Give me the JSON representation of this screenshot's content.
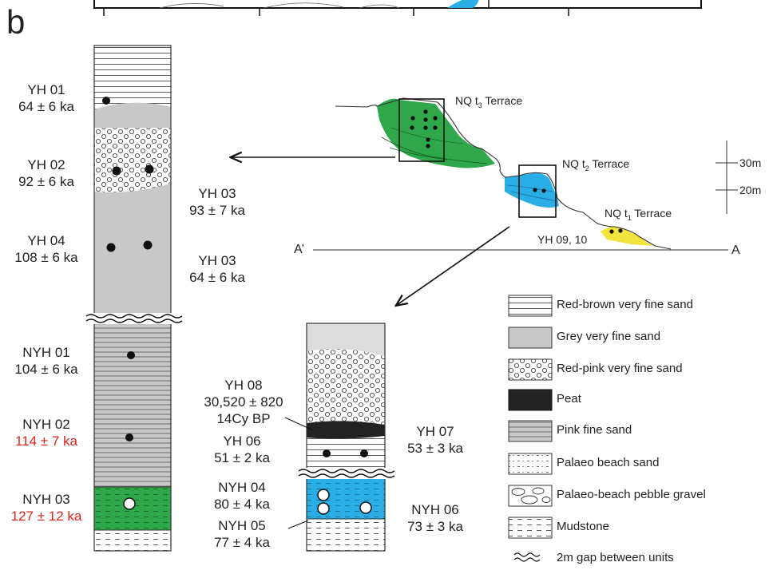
{
  "panel_label": "b",
  "colors": {
    "red_brown_fill": "#ffffff",
    "grey_fill": "#c8c8c8",
    "pink_fill": "#c8c8c8",
    "green_fill": "#2ea84a",
    "blue_fill": "#29aee6",
    "yellow_fill": "#f2e43c",
    "peat_fill": "#222222",
    "highlight_red": "#d9261c"
  },
  "left_column": {
    "samples": [
      {
        "id": "YH 01",
        "age": "64 ± 6 ka"
      },
      {
        "id": "YH 02",
        "age": "92 ± 6 ka"
      },
      {
        "id": "YH 03",
        "age": "93 ± 7 ka"
      },
      {
        "id": "YH 04",
        "age": "108 ± 6 ka"
      },
      {
        "id": "YH 03",
        "age": "64 ± 6 ka"
      },
      {
        "id": "NYH 01",
        "age": "104 ± 6 ka"
      },
      {
        "id": "NYH 02",
        "age": "114 ± 7 ka"
      },
      {
        "id": "NYH 03",
        "age": "127 ± 12 ka"
      }
    ]
  },
  "right_column": {
    "samples": [
      {
        "id": "YH 08",
        "age": "30,520 ± 820",
        "extra": "14Cy BP"
      },
      {
        "id": "YH 07",
        "age": "53 ± 3 ka"
      },
      {
        "id": "YH 06",
        "age": "51 ± 2 ka"
      },
      {
        "id": "NYH 04",
        "age": "80 ± 4 ka"
      },
      {
        "id": "NYH 06",
        "age": "73 ± 3 ka"
      },
      {
        "id": "NYH 05",
        "age": "77 ± 4 ka"
      }
    ]
  },
  "profile": {
    "t3": {
      "prefix": "NQ t",
      "sub": "3",
      "suffix": " Terrace"
    },
    "t2": {
      "prefix": "NQ t",
      "sub": "2",
      "suffix": " Terrace"
    },
    "t1": {
      "prefix": "NQ t",
      "sub": "1",
      "suffix": " Terrace"
    },
    "t1_samples": "YH 09, 10",
    "scale_top": "30m",
    "scale_bottom": "20m",
    "section_left": "A’",
    "section_right": "A"
  },
  "legend": [
    {
      "pattern": "red-brown-icon",
      "label": "Red-brown very fine sand"
    },
    {
      "pattern": "grey-icon",
      "label": "Grey very fine sand"
    },
    {
      "pattern": "red-pink-icon",
      "label": "Red-pink very fine sand"
    },
    {
      "pattern": "peat-icon",
      "label": "Peat"
    },
    {
      "pattern": "pink-icon",
      "label": "Pink fine sand"
    },
    {
      "pattern": "palaeo-sand-icon",
      "label": "Palaeo beach sand"
    },
    {
      "pattern": "pebble-icon",
      "label": "Palaeo-beach pebble gravel"
    },
    {
      "pattern": "mudstone-icon",
      "label": "Mudstone"
    },
    {
      "pattern": "gap-icon",
      "label": "2m gap between units"
    }
  ]
}
